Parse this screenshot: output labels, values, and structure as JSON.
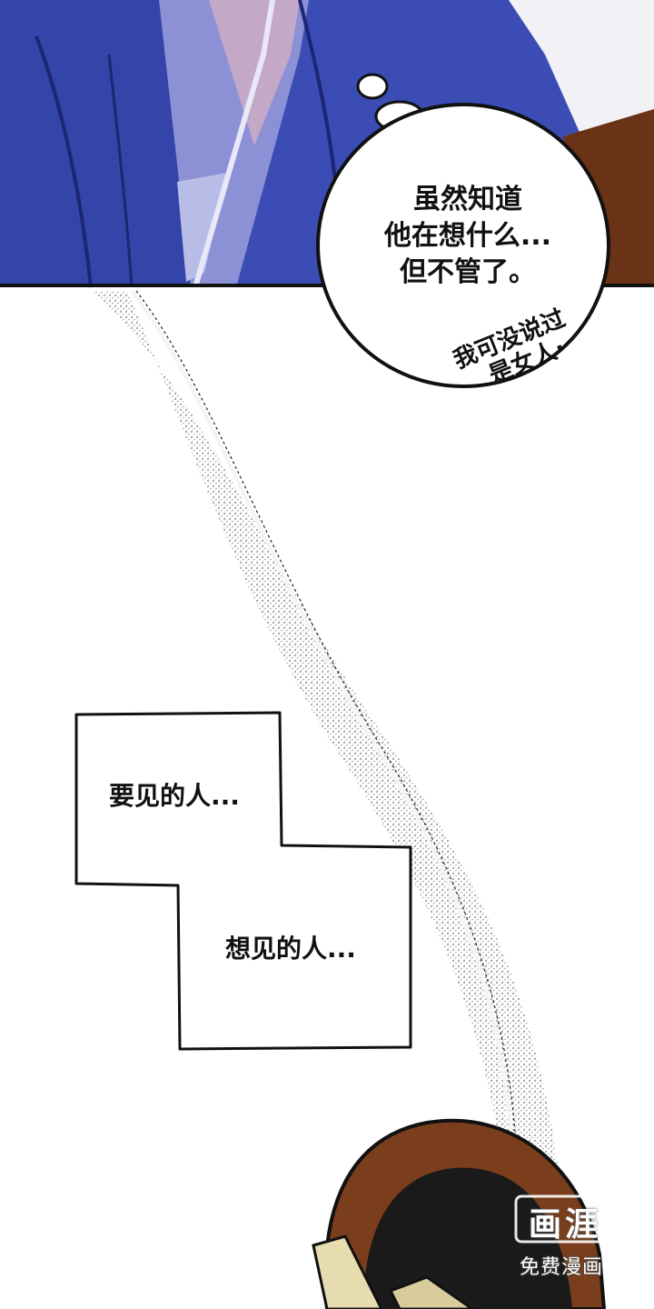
{
  "page": {
    "background": "#ffffff"
  },
  "panel_top": {
    "robe_color": "#3d4fb8",
    "robe_shadow": "#2a3690",
    "lining_color": "#8c92d8",
    "hair_color": "#7a3c1c"
  },
  "speech_bubble": {
    "lines": [
      "虽然知道",
      "他在想什么...",
      "但不管了。"
    ]
  },
  "sfx_text": {
    "lines": [
      "我可没说过",
      "是女人·"
    ]
  },
  "caption_boxes": {
    "first": "要见的人...",
    "second": "想见的人..."
  },
  "watermark": {
    "logo_text": "画涯",
    "tagline": "免费漫画"
  }
}
